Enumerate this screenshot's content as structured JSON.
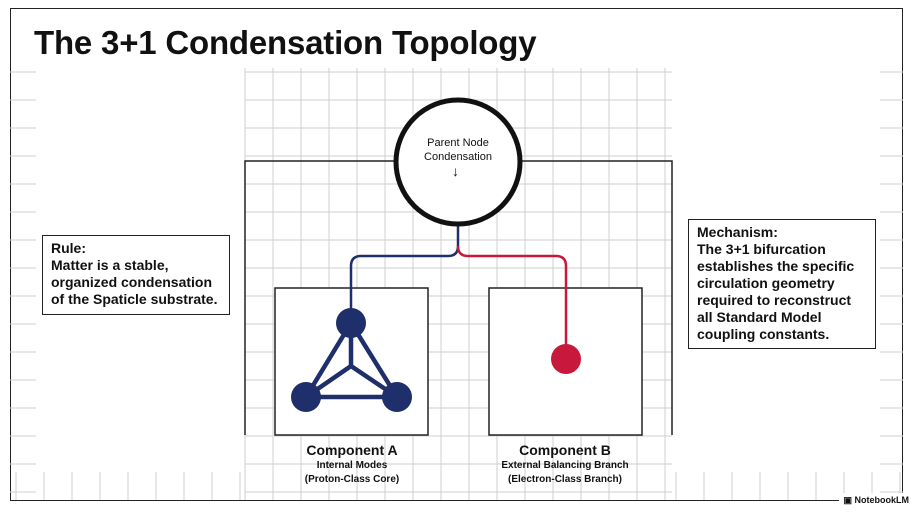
{
  "title": "The 3+1 Condensation Topology",
  "parent_node": {
    "label_line1": "Parent Node",
    "label_line2": "Condensation",
    "arrow_glyph": "↓"
  },
  "rule_box": {
    "heading": "Rule:",
    "lines": [
      "Matter is a stable,",
      "organized condensation",
      "of the Spaticle substrate."
    ]
  },
  "mechanism_box": {
    "heading": "Mechanism:",
    "lines": [
      "The 3+1 bifurcation",
      "establishes the specific",
      "circulation geometry",
      "required to reconstruct",
      "all Standard Model",
      "coupling constants."
    ]
  },
  "component_a": {
    "name": "Component A",
    "sub1": "Internal Modes",
    "sub2": "(Proton-Class Core)"
  },
  "component_b": {
    "name": "Component B",
    "sub1": "External Balancing Branch",
    "sub2": "(Electron-Class Branch)"
  },
  "watermark": "NotebookLM",
  "colors": {
    "navy": "#1e2f6b",
    "crimson": "#c8183c",
    "grid": "#cfcfcf",
    "line": "#222222"
  }
}
